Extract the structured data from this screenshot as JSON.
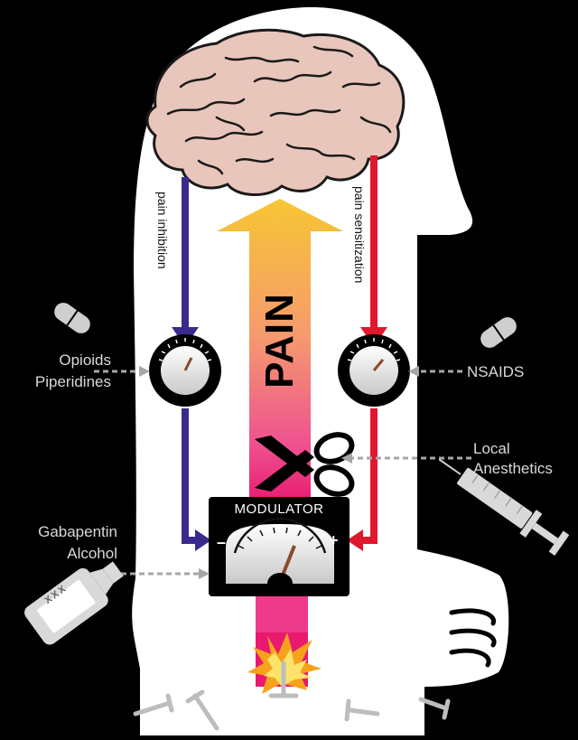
{
  "labels": {
    "pain": "PAIN",
    "pain_inhibition": "pain inhibition",
    "pain_sensitization": "pain sensitization",
    "opioids": "Opioids",
    "piperidines": "Piperidines",
    "nsaids": "NSAIDS",
    "local": "Local",
    "anesthetics": "Anesthetics",
    "gabapentin": "Gabapentin",
    "alcohol": "Alcohol",
    "modulator": "MODULATOR",
    "minus": "–",
    "plus": "+",
    "bottle_label": "XXX"
  },
  "colors": {
    "background": "#000000",
    "head": "#ffffff",
    "brain": "#e9c6bb",
    "inhibition_path": "#3b2a8c",
    "sensitization_path": "#e0182d",
    "arrow_top": "#f7bf36",
    "arrow_bottom": "#e8196f",
    "label_text": "#d9d9d9",
    "pill": "#cfcfcf"
  },
  "icons": [
    "brain-icon",
    "pill-icon",
    "pill-icon",
    "dial-icon",
    "dial-icon",
    "scissors-icon",
    "syringe-icon",
    "bottle-icon",
    "nail-icon",
    "spark-icon",
    "gauge-icon"
  ]
}
